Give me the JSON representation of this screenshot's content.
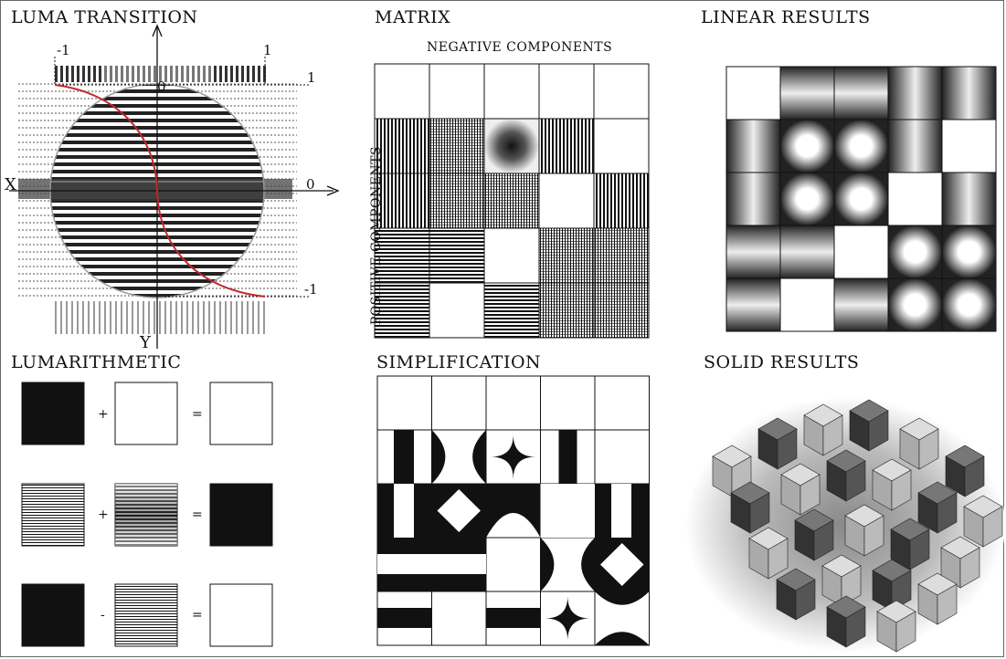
{
  "panels": {
    "luma_transition": {
      "title": "LUMA TRANSITION",
      "x_axis": "X",
      "y_axis": "Y",
      "tick_neg_one_top": "-1",
      "tick_one_top": "1",
      "tick_one_right": "1",
      "tick_zero_right": "0",
      "tick_zero_top": "0",
      "tick_neg_one_right": "-1"
    },
    "matrix": {
      "title": "MATRIX",
      "negative_label": "NEGATIVE COMPONENTS",
      "positive_label": "POSITIVE COMPONENTS"
    },
    "linear_results": {
      "title": "LINEAR RESULTS"
    },
    "lumarithmetic": {
      "title": "LUMARITHMETIC",
      "op_plus_1": "+",
      "op_eq_1": "=",
      "op_plus_2": "+",
      "op_eq_2": "=",
      "op_minus_3": "-",
      "op_eq_3": "="
    },
    "simplification": {
      "title": "SIMPLIFICATION"
    },
    "solid_results": {
      "title": "SOLID RESULTS"
    }
  },
  "colors": {
    "ink": "#111111",
    "curve": "#c0272d",
    "circle": "#999999"
  }
}
